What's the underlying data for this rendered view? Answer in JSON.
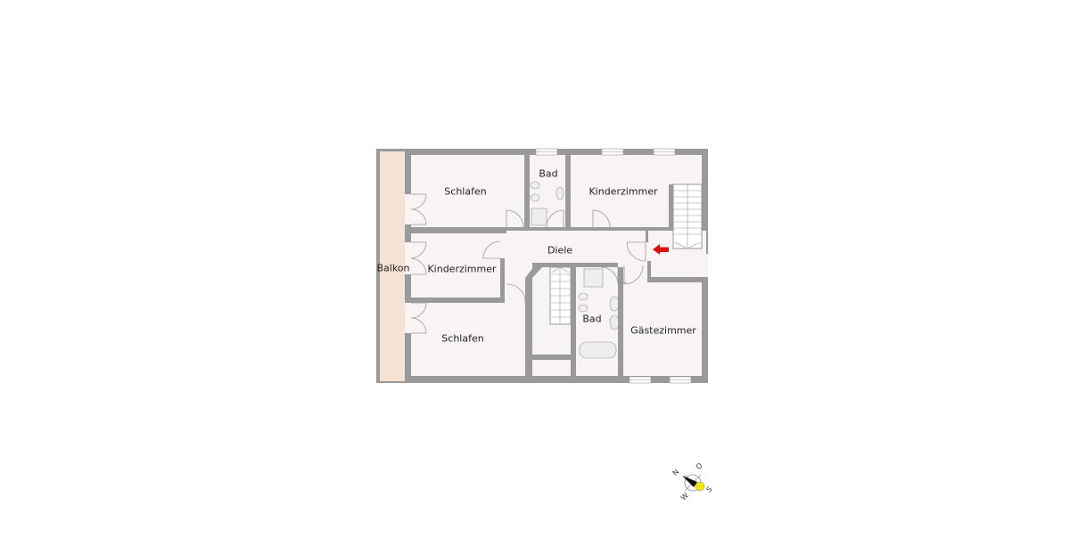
{
  "floorplan": {
    "colors": {
      "wall": "#9a9a9a",
      "room": "#f8f4f3",
      "balcony": "#f4e2d3",
      "fixture": "#eeeeee",
      "tile_line": "#dddddd",
      "entry_arrow": "#e01010",
      "sun": "#f7e600"
    },
    "rooms": [
      {
        "id": "balkon",
        "label": "Balkon"
      },
      {
        "id": "schlafen-top",
        "label": "Schlafen"
      },
      {
        "id": "bad-top",
        "label": "Bad"
      },
      {
        "id": "kinderzimmer-top",
        "label": "Kinderzimmer"
      },
      {
        "id": "diele",
        "label": "Diele"
      },
      {
        "id": "kinderzimmer-left",
        "label": "Kinderzimmer"
      },
      {
        "id": "bad-bottom",
        "label": "Bad"
      },
      {
        "id": "gaestezimmer",
        "label": "Gästezimmer"
      },
      {
        "id": "schlafen-bottom",
        "label": "Schlafen"
      }
    ],
    "compass": {
      "n": "N",
      "o": "O",
      "s": "S",
      "w": "W"
    }
  }
}
